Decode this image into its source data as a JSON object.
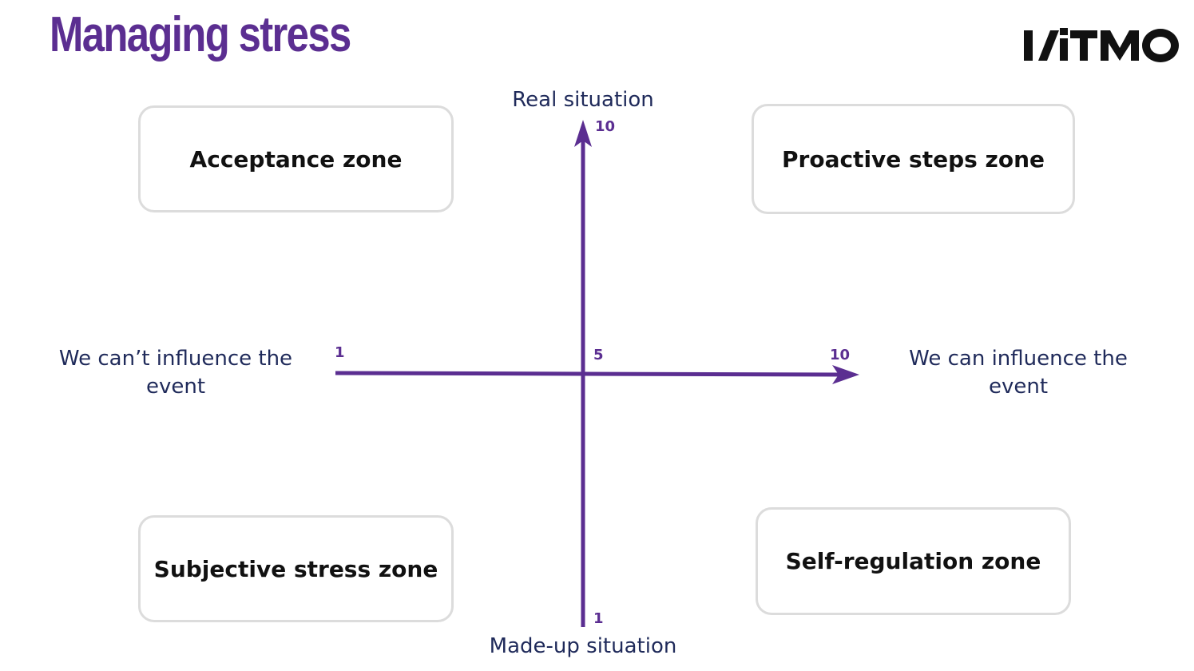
{
  "title": "Managing stress",
  "logo": {
    "text": "ITMO"
  },
  "zones": {
    "top_left": "Acceptance zone",
    "top_right": "Proactive steps zone",
    "bottom_left": "Subjective stress zone",
    "bottom_right": "Self-regulation zone"
  },
  "axes": {
    "vertical": {
      "top_label": "Real situation",
      "bottom_label": "Made-up situation",
      "top_tick": "10",
      "bottom_tick": "1"
    },
    "horizontal": {
      "left_label": "We can’t influence the event",
      "right_label": "We can influence the event",
      "left_tick": "1",
      "right_tick": "10"
    },
    "center_tick": "5"
  },
  "colors": {
    "accent": "#5b2e91",
    "label_text": "#1f2a5a",
    "zone_border": "#dcdcdc"
  }
}
